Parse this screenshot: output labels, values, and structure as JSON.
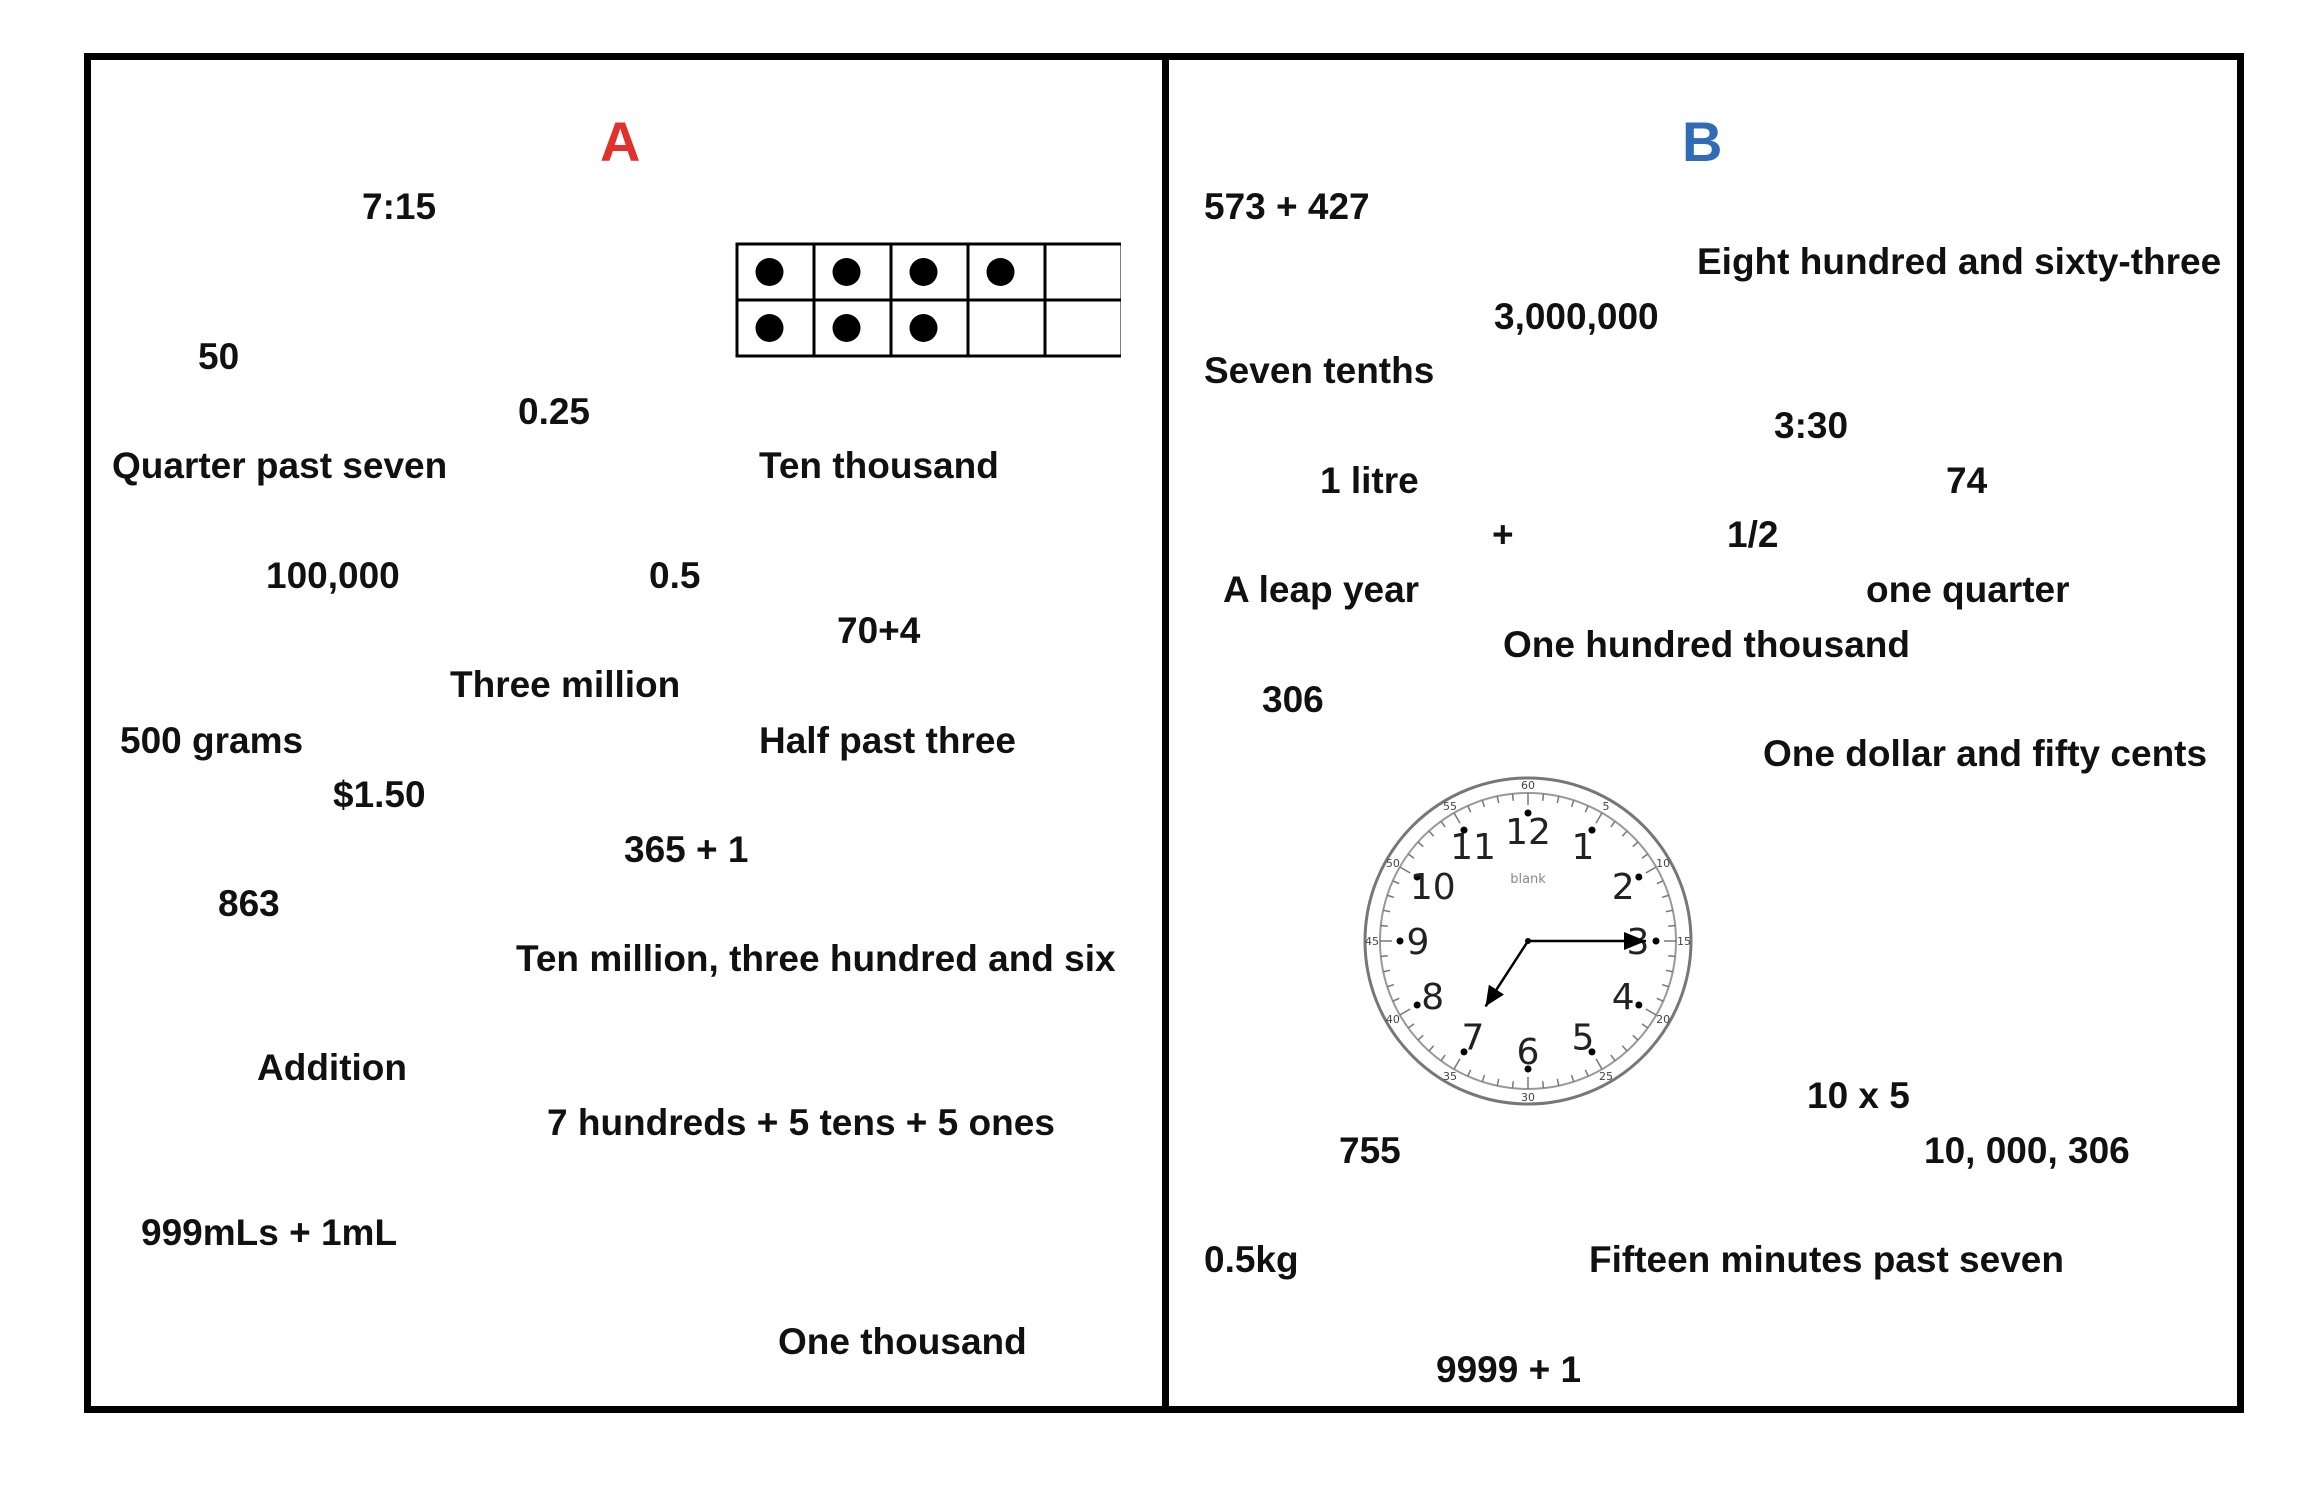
{
  "panel_a": {
    "header": "A",
    "header_color": "#e0312b",
    "items": [
      "7:15",
      "50",
      "0.25",
      "Quarter past seven",
      "Ten thousand",
      "100,000",
      "0.5",
      "70+4",
      "Three million",
      "500 grams",
      "Half past three",
      "$1.50",
      "365 + 1",
      "863",
      "Ten million, three hundred and six",
      "Addition",
      "7 hundreds + 5 tens + 5 ones",
      "999mLs + 1mL",
      "One thousand"
    ],
    "ten_frame": {
      "filled": 7,
      "total": 10
    }
  },
  "panel_b": {
    "header": "B",
    "header_color": "#2f6cb5",
    "items": [
      "573 + 427",
      "Eight hundred and sixty-three",
      "3,000,000",
      "Seven tenths",
      "3:30",
      "1 litre",
      "74",
      "+",
      "1/2",
      "A leap year",
      "one quarter",
      "One hundred thousand",
      "306",
      "One dollar and fifty cents",
      "10 x 5",
      "755",
      "10, 000, 306",
      "0.5kg",
      "Fifteen minutes past seven",
      "9999 + 1"
    ],
    "clock": {
      "label": "blank",
      "hours": [
        "12",
        "1",
        "2",
        "3",
        "4",
        "5",
        "6",
        "7",
        "8",
        "9",
        "10",
        "11"
      ],
      "minute_marks": [
        "60",
        "5",
        "10",
        "15",
        "20",
        "25",
        "30",
        "35",
        "40",
        "45",
        "50",
        "55"
      ],
      "hour_hand_hours": 7.1,
      "minute_hand_minutes": 15
    }
  }
}
